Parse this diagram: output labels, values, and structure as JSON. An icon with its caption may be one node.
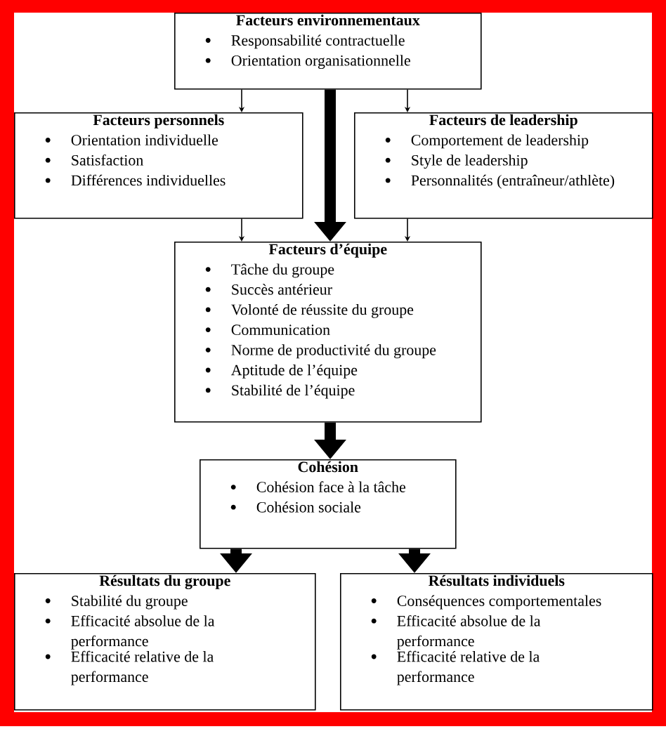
{
  "diagram": {
    "nodes": [
      {
        "text": [
          "Facteurs environnementaux",
          "Responsabilité contractuelle",
          "Orientation organisationnelle"
        ]
      },
      {
        "text": [
          "Facteurs personnels",
          "Orientation individuelle",
          "Satisfaction",
          "Différences individuelles"
        ]
      },
      {
        "text": [
          "Facteurs de leadership",
          "Comportement de leadership",
          "Style de leadership",
          "Personnalités (entraîneur/athlète)"
        ]
      },
      {
        "text": [
          "Facteurs d’équipe",
          "Tâche du groupe",
          "Succès antérieur",
          "Volonté de réussite du groupe",
          "Communication",
          "Norme de productivité du groupe",
          "Aptitude de l’équipe",
          "Stabilité de l’équipe"
        ]
      },
      {
        "text": [
          "Cohésion",
          "Cohésion face à la tâche",
          "Cohésion sociale"
        ]
      },
      {
        "text": [
          "Résultats du groupe",
          "Stabilité du groupe",
          "Efficacité absolue de la performance",
          "Efficacité relative de la performance"
        ]
      },
      {
        "text": [
          "Résultats individuels",
          "Conséquences comportementales",
          "Efficacité absolue de la performance",
          "Efficacité relative de la performance"
        ]
      }
    ],
    "edges": [
      {
        "from": 0,
        "to": 1,
        "arrow": "to"
      },
      {
        "from": 0,
        "to": 2,
        "arrow": "to"
      },
      {
        "from": 0,
        "to": 3,
        "arrow": "to",
        "style": "thick"
      },
      {
        "from": 1,
        "to": 3,
        "arrow": "to"
      },
      {
        "from": 2,
        "to": 3,
        "arrow": "to"
      },
      {
        "from": 3,
        "to": 4,
        "arrow": "to",
        "style": "thick"
      },
      {
        "from": 4,
        "to": 5,
        "arrow": "to",
        "style": "thick"
      },
      {
        "from": 4,
        "to": 6,
        "arrow": "to",
        "style": "thick"
      }
    ]
  }
}
